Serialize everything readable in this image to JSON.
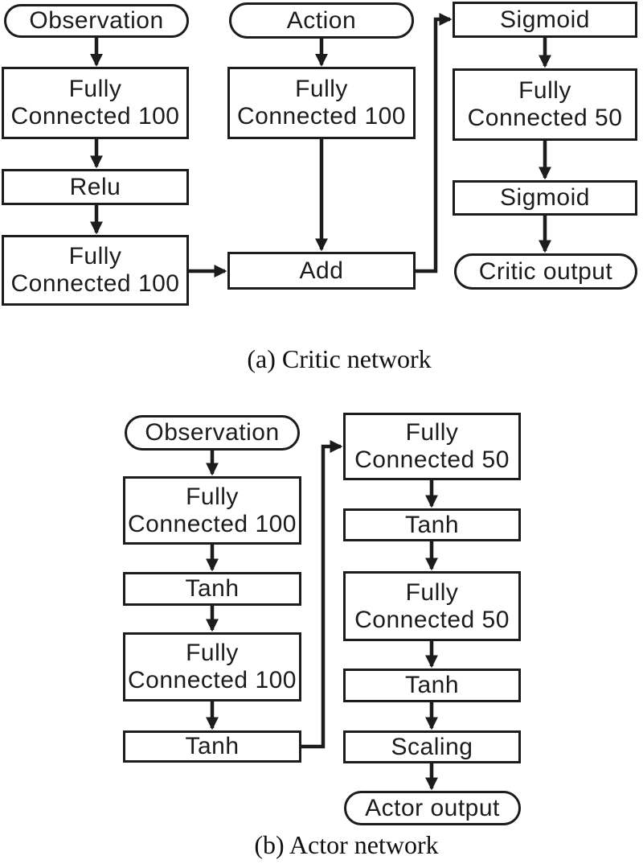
{
  "page": {
    "background_color": "#ffffff",
    "ink_color": "#1c1c1c"
  },
  "critic_network": {
    "caption": "(a) Critic network",
    "observation": "Observation",
    "fc_obs_1": "Fully\nConnected 100",
    "relu": "Relu",
    "fc_obs_2": "Fully\nConnected 100",
    "action": "Action",
    "fc_action": "Fully\nConnected 100",
    "add": "Add",
    "sigmoid_1": "Sigmoid",
    "fc_50": "Fully\nConnected 50",
    "sigmoid_2": "Sigmoid",
    "output": "Critic output"
  },
  "actor_network": {
    "caption": "(b) Actor network",
    "observation": "Observation",
    "fc_100_1": "Fully\nConnected 100",
    "tanh_1": "Tanh",
    "fc_100_2": "Fully\nConnected 100",
    "tanh_2": "Tanh",
    "fc_50_1": "Fully\nConnected 50",
    "tanh_3": "Tanh",
    "fc_50_2": "Fully\nConnected 50",
    "tanh_4": "Tanh",
    "scaling": "Scaling",
    "output": "Actor output"
  }
}
